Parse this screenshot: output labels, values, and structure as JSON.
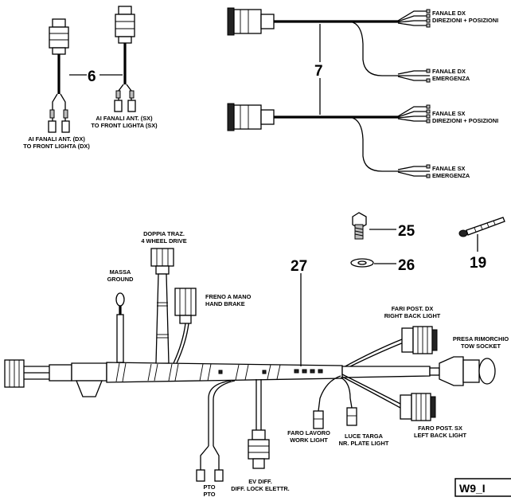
{
  "labels": {
    "fanale_dx_1": "FANALE DX",
    "fanale_dx_2": "DIREZIONI + POSIZIONI",
    "fanale_dx_em_1": "FANALE DX",
    "fanale_dx_em_2": "EMERGENZA",
    "fanale_sx_1": "FANALE SX",
    "fanale_sx_2": "DIREZIONI + POSIZIONI",
    "fanale_sx_em_1": "FANALE SX",
    "fanale_sx_em_2": "EMERGENZA",
    "fanali_dx_1": "AI FANALI ANT. (DX)",
    "fanali_dx_2": "TO FRONT LIGHTA (DX)",
    "fanali_sx_1": "AI FANALI ANT. (SX)",
    "fanali_sx_2": "TO FRONT LIGHTA (SX)",
    "doppia_1": "DOPPIA TRAZ.",
    "doppia_2": "4 WHEEL DRIVE",
    "massa_1": "MASSA",
    "massa_2": "GROUND",
    "freno_1": "FRENO A MANO",
    "freno_2": "HAND BRAKE",
    "fari_post_dx_1": "FARI POST. DX",
    "fari_post_dx_2": "RIGHT BACK LIGHT",
    "presa_1": "PRESA RIMORCHIO",
    "presa_2": "TOW SOCKET",
    "faro_post_sx_1": "FARO POST. SX",
    "faro_post_sx_2": "LEFT BACK LIGHT",
    "faro_lavoro_1": "FARO LAVORO",
    "faro_lavoro_2": "WORK LIGHT",
    "luce_targa_1": "LUCE TARGA",
    "luce_targa_2": "NR. PLATE LIGHT",
    "ev_diff_1": "EV DIFF.",
    "ev_diff_2": "DIFF. LOCK ELETTR.",
    "pto_1": "PTO",
    "pto_2": "PTO"
  },
  "callouts": {
    "c6": "6",
    "c7": "7",
    "c25": "25",
    "c26": "26",
    "c19": "19",
    "c27": "27"
  },
  "code": "W9_I"
}
